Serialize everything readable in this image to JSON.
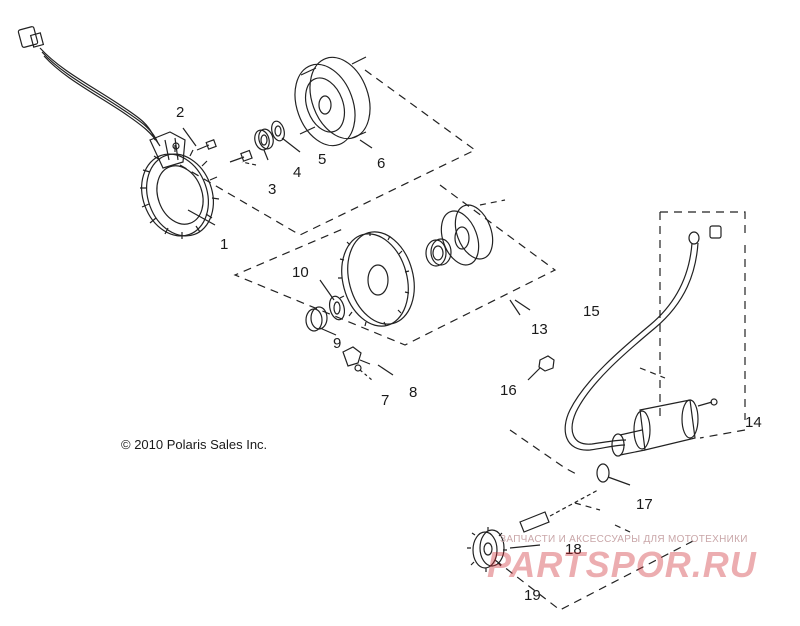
{
  "copyright": "© 2010 Polaris Sales Inc.",
  "watermark": {
    "tagline": "ЗАПЧАСТИ И АКСЕССУАРЫ ДЛЯ МОТОТЕХНИКИ",
    "brand": "PARTSPOR.RU"
  },
  "callouts": {
    "n1": "1",
    "n2": "2",
    "n3": "3",
    "n4": "4",
    "n5": "5",
    "n6": "6",
    "n7": "7",
    "n8": "8",
    "n9": "9",
    "n10": "10",
    "n13": "13",
    "n14": "14",
    "n15": "15",
    "n16": "16",
    "n17": "17",
    "n18": "18",
    "n19": "19"
  },
  "colors": {
    "ink": "#1a1a1a",
    "watermark": "#cc2830"
  }
}
